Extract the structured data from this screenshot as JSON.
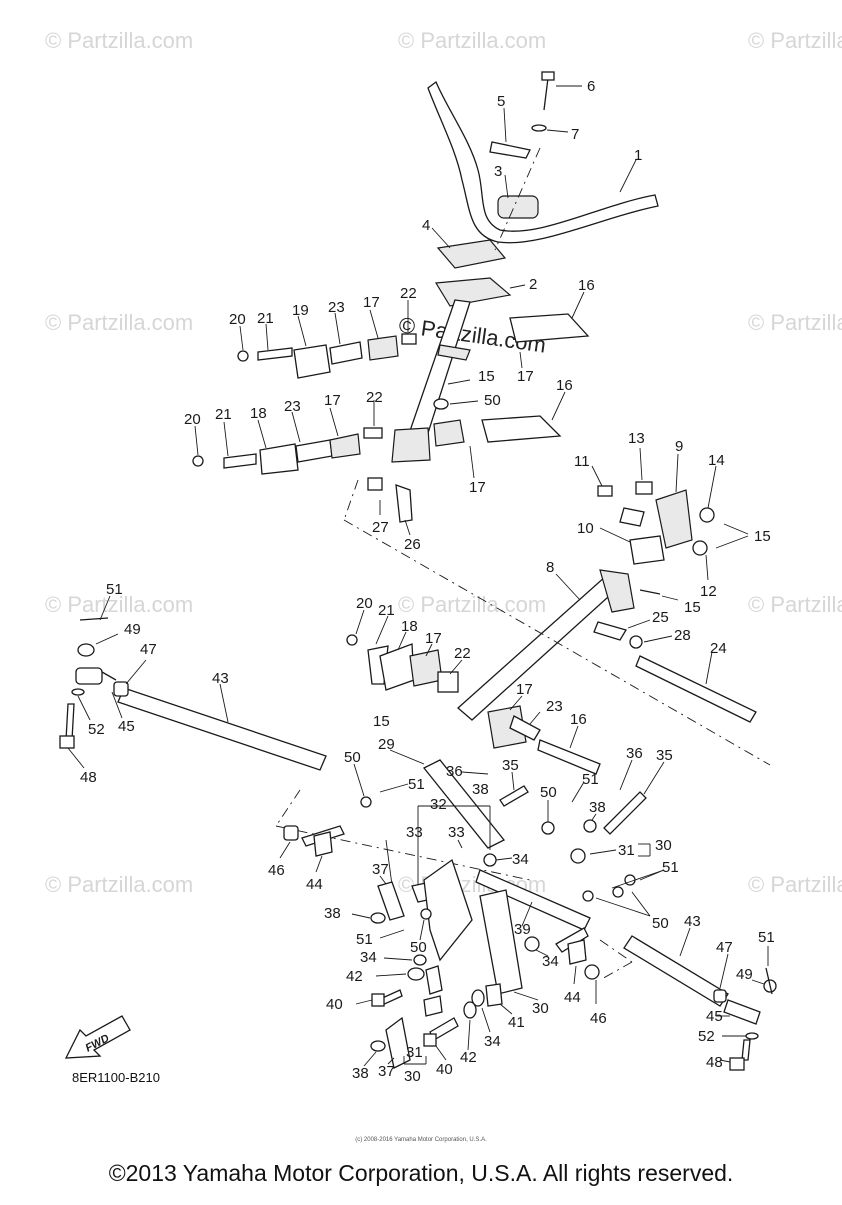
{
  "watermark": {
    "text": "© Partzilla.com",
    "center_text": "© Partzilla.com"
  },
  "diagram": {
    "id": "8ER1100-B210",
    "fwd_label": "FWD",
    "small_copyright": "(c) 2008-2016 Yamaha Motor Corporation, U.S.A.",
    "copyright": "©2013 Yamaha Motor Corporation, U.S.A. All rights reserved."
  },
  "callouts": [
    "1",
    "2",
    "3",
    "4",
    "5",
    "6",
    "7",
    "8",
    "9",
    "10",
    "11",
    "12",
    "13",
    "14",
    "15",
    "16",
    "17",
    "18",
    "19",
    "20",
    "21",
    "22",
    "23",
    "24",
    "25",
    "26",
    "27",
    "28",
    "29",
    "30",
    "31",
    "32",
    "33",
    "34",
    "35",
    "36",
    "37",
    "38",
    "39",
    "40",
    "41",
    "42",
    "43",
    "44",
    "45",
    "46",
    "47",
    "48",
    "49",
    "50",
    "51",
    "52"
  ]
}
